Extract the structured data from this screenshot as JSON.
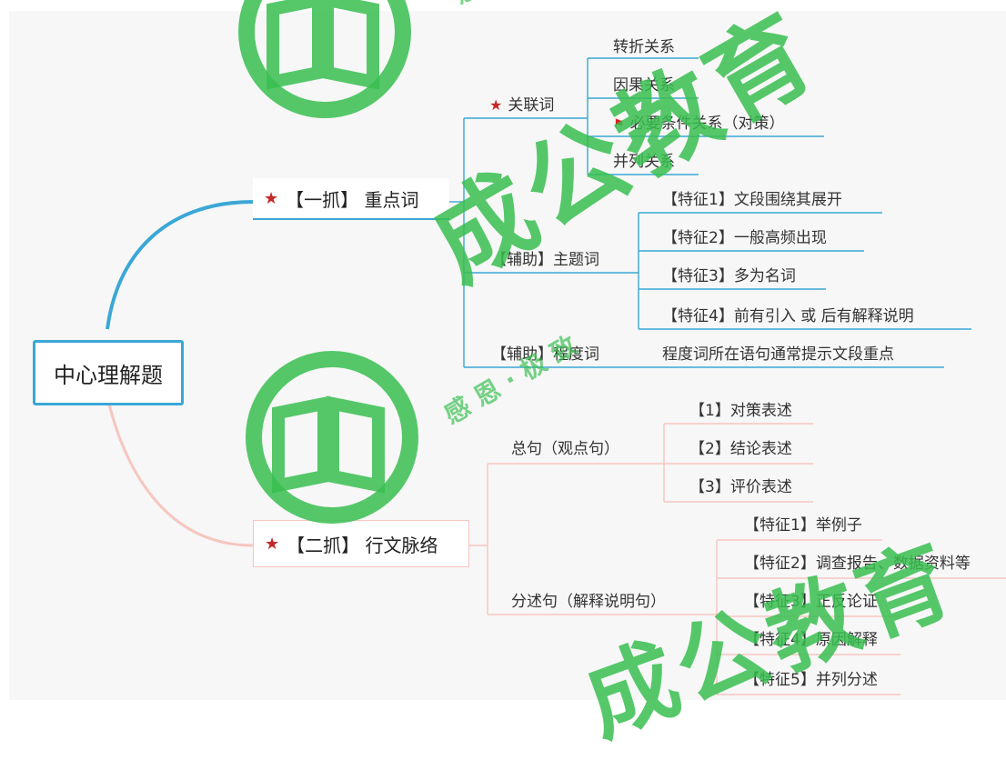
{
  "root": {
    "label": "中心理解题"
  },
  "branch1": {
    "label": "【一抓】 重点词",
    "children": {
      "guanlianci": {
        "label": "关联词",
        "items": [
          "转折关系",
          "因果关系",
          "必要条件关系（对策）",
          "并列关系"
        ]
      },
      "zhutici": {
        "label": "【辅助】主题词",
        "items": [
          "【特征1】文段围绕其展开",
          "【特征2】一般高频出现",
          "【特征3】多为名词",
          "【特征4】前有引入 或 后有解释说明"
        ]
      },
      "chengduci": {
        "label": "【辅助】程度词",
        "items": [
          "程度词所在语句通常提示文段重点"
        ]
      }
    }
  },
  "branch2": {
    "label": "【二抓】 行文脉络",
    "children": {
      "zongju": {
        "label": "总句（观点句）",
        "items": [
          "【1】对策表述",
          "【2】结论表述",
          "【3】评价表述"
        ]
      },
      "fenshuju": {
        "label": "分述句（解释说明句）",
        "items": [
          "【特征1】举例子",
          "【特征2】调查报告、数据资料等",
          "【特征3】正反论证",
          "【特征4】原因解释",
          "【特征5】并列分述"
        ]
      }
    }
  },
  "watermark": {
    "brand": "成公教育",
    "slogan1": "感恩·极致",
    "slogan2": "感恩·极致·口碑"
  },
  "colors": {
    "blue": "#3aa7d6",
    "pink": "#f6c6c0",
    "green": "#38be50",
    "star": "#c62828"
  }
}
